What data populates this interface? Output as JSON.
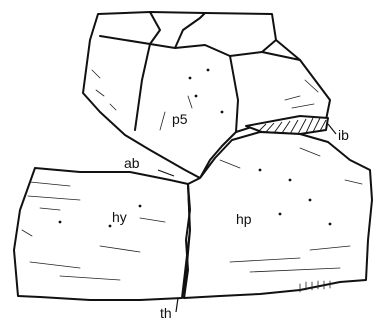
{
  "labels": {
    "p5": "p5",
    "ib": "ib",
    "ab": "ab",
    "hy": "hy",
    "hp": "hp",
    "th": "th"
  }
}
